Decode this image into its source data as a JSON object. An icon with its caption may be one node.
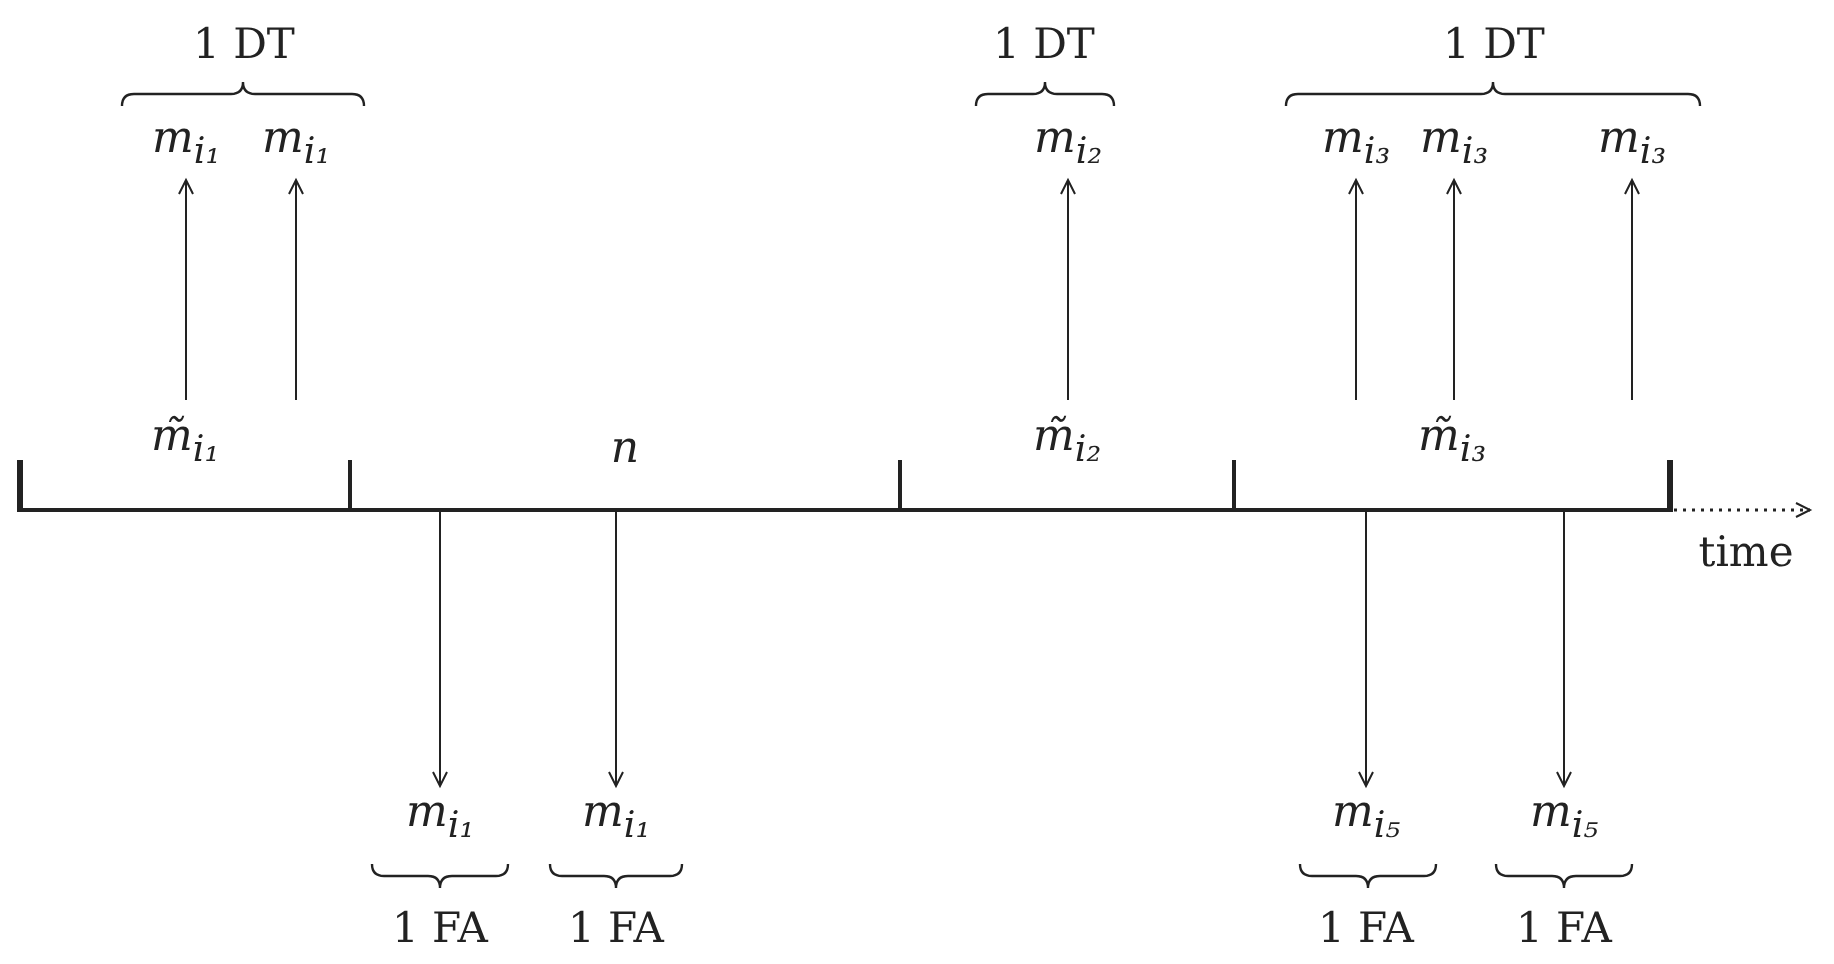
{
  "diagram": {
    "nodes": [
      {
        "text": [
          "m$_{i₁}$"
        ]
      },
      {
        "text": [
          "m$_{i₁}$"
        ]
      },
      {
        "text": [
          "m$_{i₂}$"
        ]
      },
      {
        "text": [
          "m$_{i₃}$"
        ]
      },
      {
        "text": [
          "m$_{i₃}$"
        ]
      },
      {
        "text": [
          "m$_{i₃}$"
        ]
      },
      {
        "text": [
          "m̃$_{i₁}$"
        ]
      },
      {
        "text": [
          "n"
        ]
      },
      {
        "text": [
          "m̃$_{i₂}$"
        ]
      },
      {
        "text": [
          "m̃$_{i₃}$"
        ]
      },
      {
        "text": [
          "m$_{i₁}$"
        ]
      },
      {
        "text": [
          "m$_{i₁}$"
        ]
      },
      {
        "text": [
          "m$_{i₅}$"
        ]
      },
      {
        "text": [
          "m$_{i₅}$"
        ]
      }
    ],
    "edges": [
      {
        "from": 6,
        "to": 0,
        "arrow": "to"
      },
      {
        "from": 6,
        "to": 1,
        "arrow": "to"
      },
      {
        "from": 8,
        "to": 2,
        "arrow": "to"
      },
      {
        "from": 9,
        "to": 3,
        "arrow": "to"
      },
      {
        "from": 9,
        "to": 4,
        "arrow": "to"
      },
      {
        "from": 9,
        "to": 5,
        "arrow": "to"
      },
      {
        "from": 7,
        "to": 10,
        "arrow": "to"
      },
      {
        "from": 7,
        "to": 11,
        "arrow": "to"
      },
      {
        "from": 9,
        "to": 12,
        "arrow": "to"
      },
      {
        "from": 9,
        "to": 13,
        "arrow": "to"
      }
    ],
    "labels": [
      "1 DT",
      "1 DT",
      "1 DT",
      "time",
      "1 FA",
      "1 FA",
      "1 FA",
      "1 FA"
    ]
  }
}
